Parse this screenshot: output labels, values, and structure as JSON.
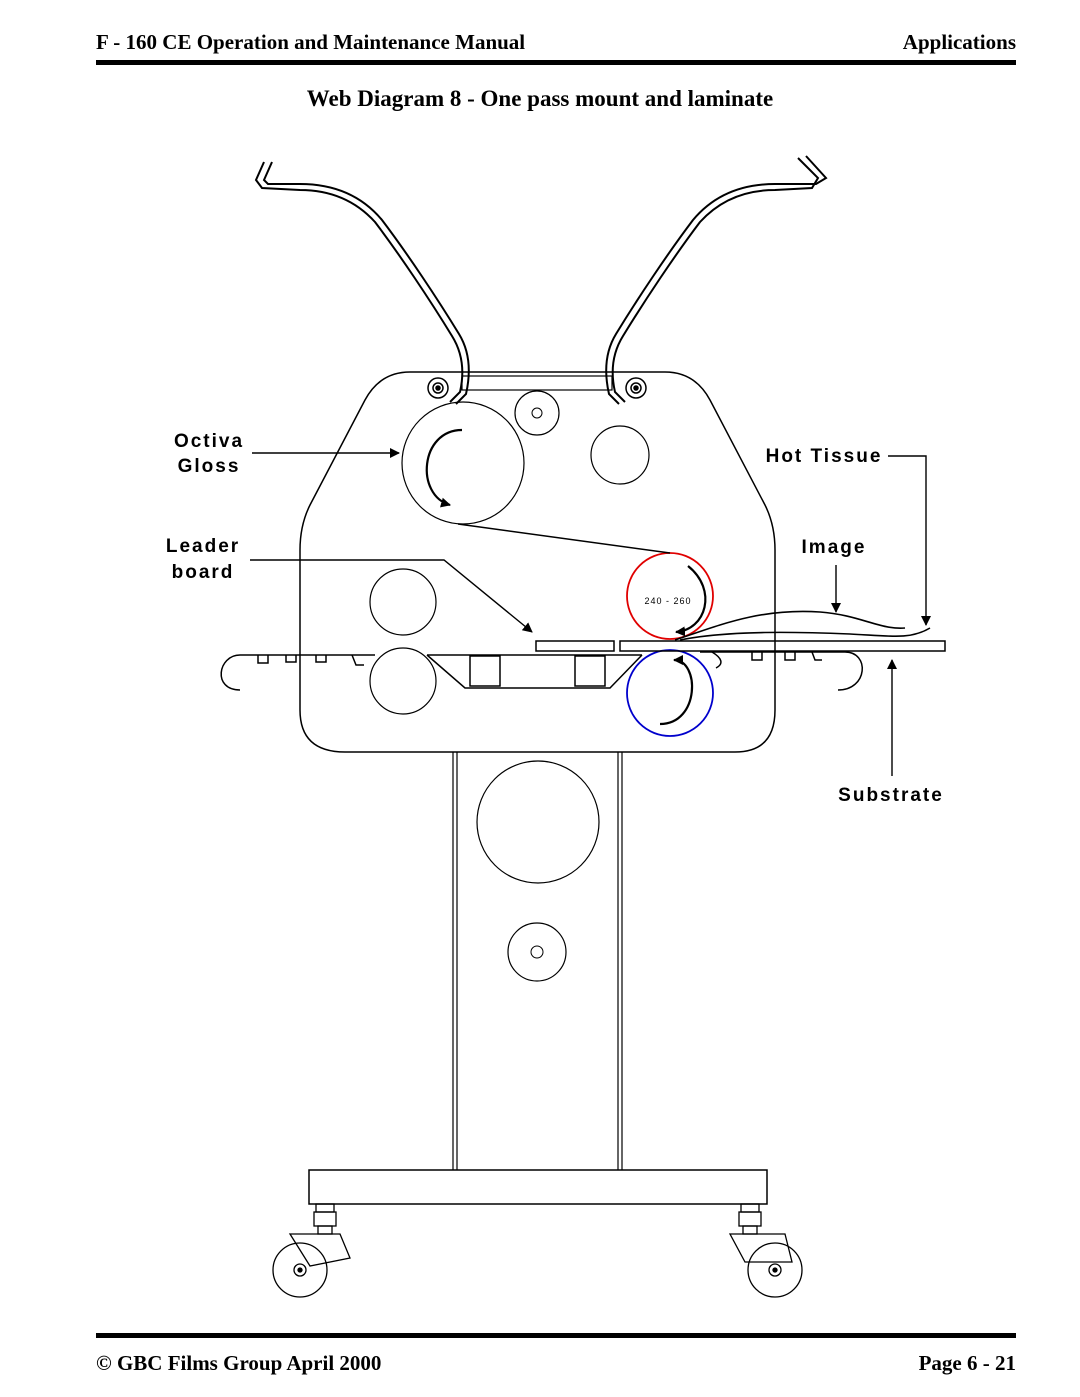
{
  "header": {
    "left": "F - 160 CE Operation and Maintenance  Manual",
    "right": "Applications"
  },
  "title": "Web Diagram 8 - One pass mount and laminate",
  "diagram": {
    "labels": {
      "octiva_line1": "Octiva",
      "octiva_line2": "Gloss",
      "leader_line1": "Leader",
      "leader_line2": "board",
      "hot_tissue": "Hot Tissue",
      "image": "Image",
      "substrate": "Substrate",
      "temperature": "240 - 260"
    },
    "colors": {
      "heated_roller": "#e00000",
      "bottom_roller": "#0000cc",
      "line": "#000000"
    }
  },
  "footer": {
    "left": "© GBC Films Group April 2000",
    "right": "Page 6 - 21"
  }
}
